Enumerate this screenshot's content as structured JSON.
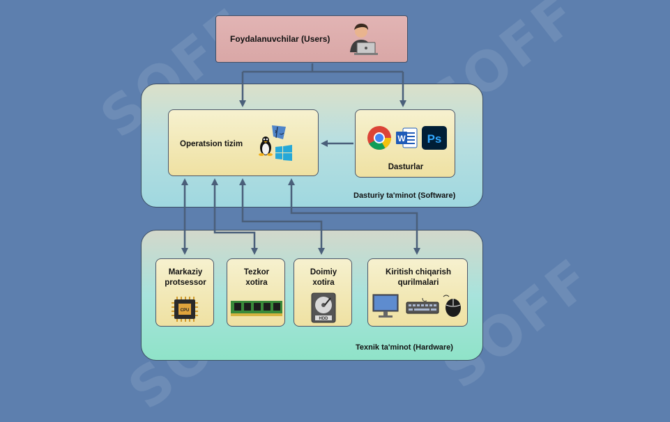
{
  "diagram": {
    "users": {
      "label": "Foydalanuvchilar (Users)",
      "icon": "user-laptop-icon"
    },
    "software": {
      "label": "Dasturiy ta'minot (Software)",
      "os": {
        "label": "Operatsion tizim",
        "icons": [
          "linux-icon",
          "macos-icon",
          "windows-icon"
        ]
      },
      "apps": {
        "label": "Dasturlar",
        "icons": [
          "chrome-icon",
          "word-icon",
          "photoshop-icon"
        ]
      }
    },
    "hardware": {
      "label": "Texnik ta'minot (Hardware)",
      "cpu": {
        "label_line1": "Markaziy",
        "label_line2": "protsessor",
        "icon": "cpu-icon",
        "icon_text": "CPU"
      },
      "ram": {
        "label_line1": "Tezkor",
        "label_line2": "xotira",
        "icon": "ram-icon"
      },
      "hdd": {
        "label_line1": "Doimiy",
        "label_line2": "xotira",
        "icon": "hdd-icon",
        "icon_text": "HDD"
      },
      "io": {
        "label_line1": "Kiritish chiqarish",
        "label_line2": "qurilmalari",
        "icons": [
          "monitor-icon",
          "keyboard-icon",
          "mouse-icon"
        ]
      }
    },
    "watermark": "SOFF"
  }
}
